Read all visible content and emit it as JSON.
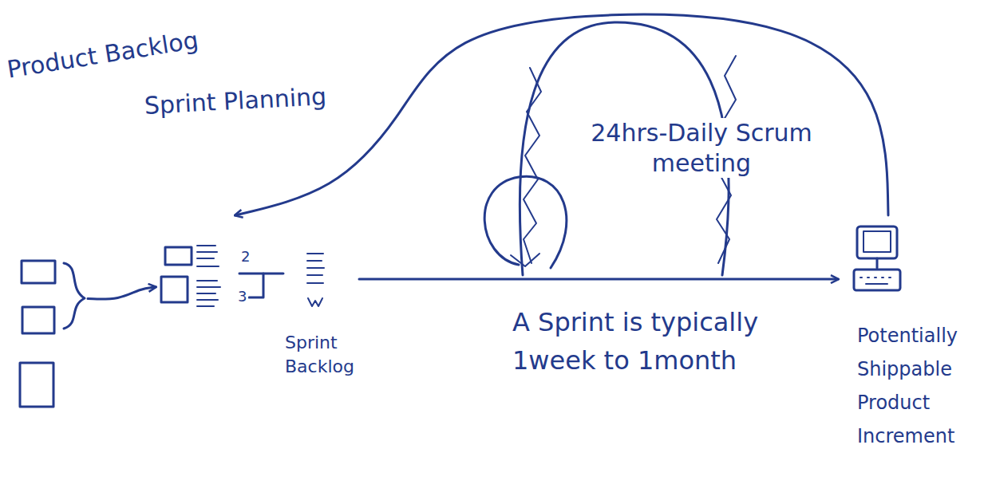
{
  "diagram": {
    "nodes": [
      {
        "text": [
          "Product Backlog"
        ]
      },
      {
        "text": [
          "Sprint Planning"
        ]
      },
      {
        "text": [
          "Sprint Backlog"
        ]
      },
      {
        "text": [
          "Potentially Shippable Product Increment"
        ]
      }
    ],
    "edges": [
      {
        "from": 0,
        "to": 1,
        "arrow": "to"
      },
      {
        "from": 1,
        "to": 2,
        "arrow": "none"
      },
      {
        "from": 2,
        "to": 3,
        "arrow": "to"
      },
      {
        "from": 3,
        "to": 1,
        "arrow": "to"
      }
    ],
    "labels": [
      "24hrs-Daily Scrum meeting",
      "A Sprint is typically 1week to 1month",
      "2",
      "3"
    ]
  }
}
